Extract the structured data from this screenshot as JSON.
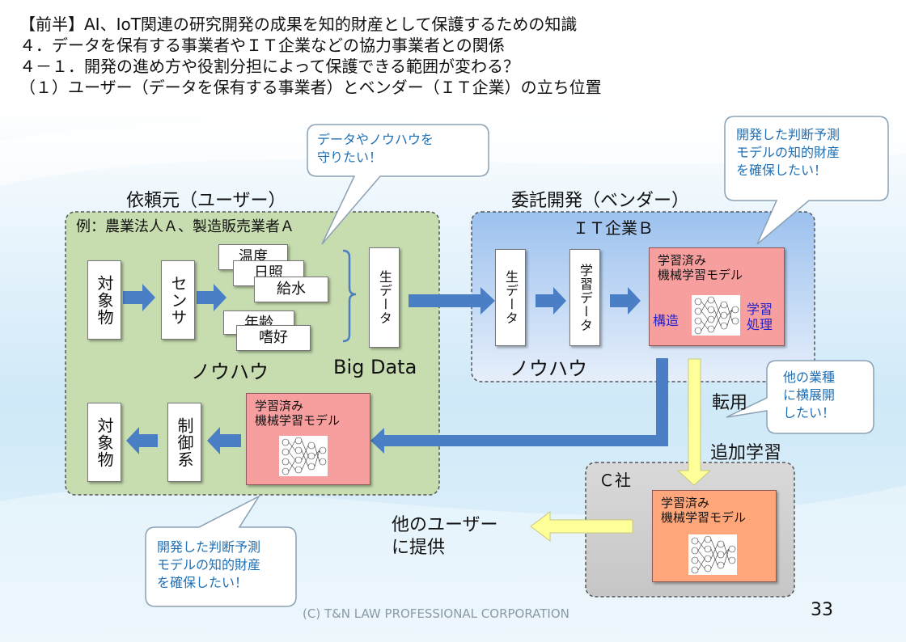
{
  "header": {
    "line1": "【前半】AI、IoT関連の研究開発の成果を知的財産として保護するための知識",
    "line2": "４．データを保有する事業者やＩＴ企業などの協力事業者との関係",
    "line3": "４－１．開発の進め方や役割分担によって保護できる範囲が変わる？",
    "line4": "（１）ユーザー（データを保有する事業者）とベンダー（ＩＴ企業）の立ち位置"
  },
  "user": {
    "title": "依頼元（ユーザー）",
    "panel_label": "例：農業法人Ａ、製造販売業者Ａ",
    "object": "対象物",
    "sensor": "センサ",
    "data_cards": [
      "温度",
      "日照",
      "給水",
      "年齢",
      "嗜好"
    ],
    "raw_data": "生データ",
    "knowhow": "ノウハウ",
    "bigdata": "Big Data",
    "control_object": "対象物",
    "control": "制御系",
    "model_line1": "学習済み",
    "model_line2": "機械学習モデル"
  },
  "vendor": {
    "title": "委託開発（ベンダー）",
    "panel_label": "ＩＴ企業Ｂ",
    "raw_data": "生データ",
    "learn_data": "学習データ",
    "knowhow": "ノウハウ",
    "model_line1": "学習済み",
    "model_line2": "機械学習モデル",
    "structure": "構造",
    "process_line1": "学習",
    "process_line2": "処理"
  },
  "company_c": {
    "panel_label": "Ｃ社",
    "model_line1": "学習済み",
    "model_line2": "機械学習モデル"
  },
  "labels": {
    "diversion": "転用",
    "additional_learning": "追加学習",
    "other_users_line1": "他のユーザー",
    "other_users_line2": "に提供"
  },
  "callouts": {
    "protect": [
      "データやノウハウを",
      "守りたい！"
    ],
    "vendor_ip": [
      "開発した判断予測",
      "モデルの知的財産",
      "を確保したい！"
    ],
    "expand": [
      "他の業種",
      "に横展開",
      "したい！"
    ],
    "user_ip": [
      "開発した判断予測",
      "モデルの知的財産",
      "を確保したい！"
    ]
  },
  "footer": {
    "copyright": "(C) T&N LAW PROFESSIONAL CORPORATION",
    "page_number": "33"
  }
}
